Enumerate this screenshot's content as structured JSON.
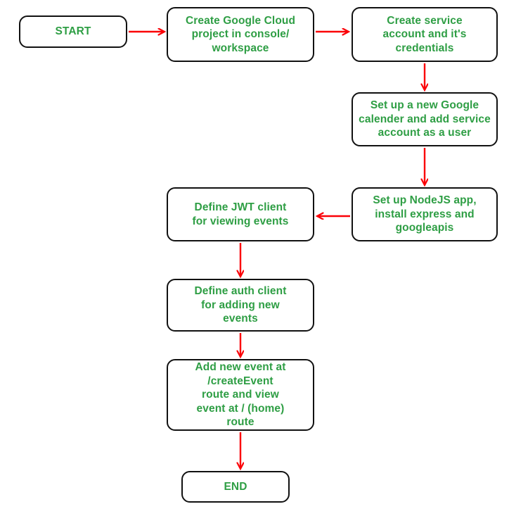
{
  "colors": {
    "background": "#ffffff",
    "node_border": "#111111",
    "node_fill": "#ffffff",
    "label_green": "#2e9e44",
    "arrow_red": "#fb0007"
  },
  "flowchart": {
    "type": "flowchart",
    "direction": "mixed",
    "nodes": [
      {
        "id": "start",
        "label": "START"
      },
      {
        "id": "create-project",
        "label": "Create Google Cloud\nproject in console/\nworkspace"
      },
      {
        "id": "create-service-account",
        "label": "Create service\naccount and it's\ncredentials"
      },
      {
        "id": "setup-calendar",
        "label": "Set up a new Google\ncalender and add service\naccount as a user"
      },
      {
        "id": "setup-nodejs",
        "label": "Set up NodeJS app,\ninstall express and\ngoogleapis"
      },
      {
        "id": "define-jwt-client",
        "label": "Define JWT client\nfor viewing events"
      },
      {
        "id": "define-auth-client",
        "label": "Define auth client\nfor adding new\nevents"
      },
      {
        "id": "add-new-event",
        "label": "Add new event at\n/createEvent\nroute and view\nevent at / (home)\nroute"
      },
      {
        "id": "end",
        "label": "END"
      }
    ],
    "edges": [
      {
        "from": "start",
        "to": "create-project"
      },
      {
        "from": "create-project",
        "to": "create-service-account"
      },
      {
        "from": "create-service-account",
        "to": "setup-calendar"
      },
      {
        "from": "setup-calendar",
        "to": "setup-nodejs"
      },
      {
        "from": "setup-nodejs",
        "to": "define-jwt-client"
      },
      {
        "from": "define-jwt-client",
        "to": "define-auth-client"
      },
      {
        "from": "define-auth-client",
        "to": "add-new-event"
      },
      {
        "from": "add-new-event",
        "to": "end"
      }
    ]
  }
}
